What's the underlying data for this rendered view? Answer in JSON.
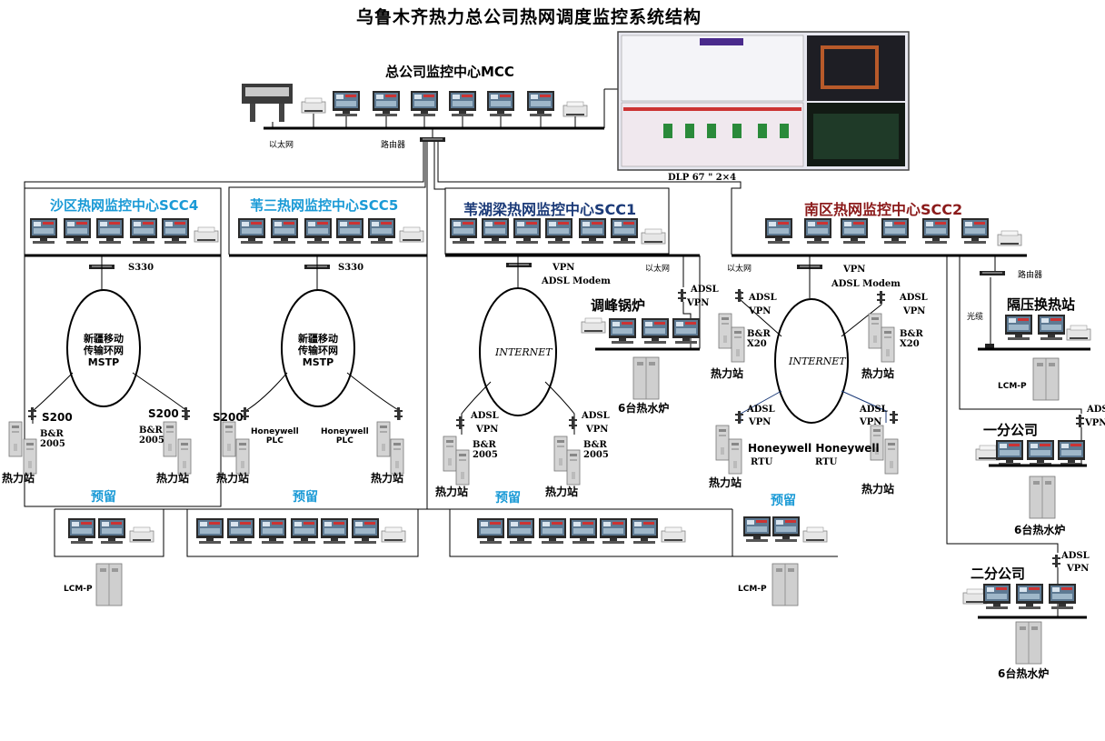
{
  "title": "乌鲁木齐热力总公司热网调度监控系统结构",
  "mcc": {
    "label": "总公司监控中心MCC",
    "ethernet": "以太网",
    "router": "路由器",
    "dlp": "DLP 67 \" 2×4"
  },
  "scc4": {
    "label": "沙区热网监控中心SCC4",
    "switch": "S330",
    "ring": "新疆移动\n传输环网\nMSTP",
    "left_node": "S200",
    "left_plc": "B&R\n2005",
    "right_node": "S200",
    "right_plc": "B&R\n2005",
    "station": "热力站",
    "reserved": "预留"
  },
  "scc5": {
    "label": "苇三热网监控中心SCC5",
    "switch": "S330",
    "ring": "新疆移动\n传输环网\nMSTP",
    "left_node": "S200",
    "left_plc": "Honeywell\nPLC",
    "right_plc": "Honeywell\nPLC",
    "station": "热力站",
    "reserved": "预留"
  },
  "scc1": {
    "label": "苇湖梁热网监控中心SCC1",
    "ethernet": "以太网",
    "vpn": "VPN",
    "modem": "ADSL Modem",
    "internet": "INTERNET",
    "adsl": "ADSL",
    "node_vpn": "VPN",
    "plc": "B&R\n2005",
    "station": "热力站",
    "reserved": "预留",
    "boiler_room": "调峰锅炉",
    "boiler_count": "6台热水炉"
  },
  "scc2": {
    "label": "南区热网监控中心SCC2",
    "ethernet": "以太网",
    "vpn": "VPN",
    "modem": "ADSL Modem",
    "internet": "INTERNET",
    "adsl": "ADSL",
    "node_vpn": "VPN",
    "plc_left": "B&R\nX20",
    "plc_right": "B&R\nX20",
    "rtu_label": "Honeywell Honeywell",
    "rtu": "RTU",
    "station": "热力站",
    "reserved": "预留",
    "router": "路由器",
    "fiber": "光缆"
  },
  "branches": {
    "isolated_station": "隔压换热站",
    "lcm": "LCM-P",
    "branch1": "一分公司",
    "branch1_boilers": "6台热水炉",
    "branch2": "二分公司",
    "branch2_boilers": "6台热水炉",
    "adsl": "ADSL",
    "vpn": "VPN"
  },
  "reserved_lcm": "LCM-P",
  "colors": {
    "cyan_title": "#1a9ad6",
    "navy_title": "#1b3a78",
    "red_title": "#8b1a1a",
    "line": "#000000",
    "screen": "#1d2b3a"
  }
}
